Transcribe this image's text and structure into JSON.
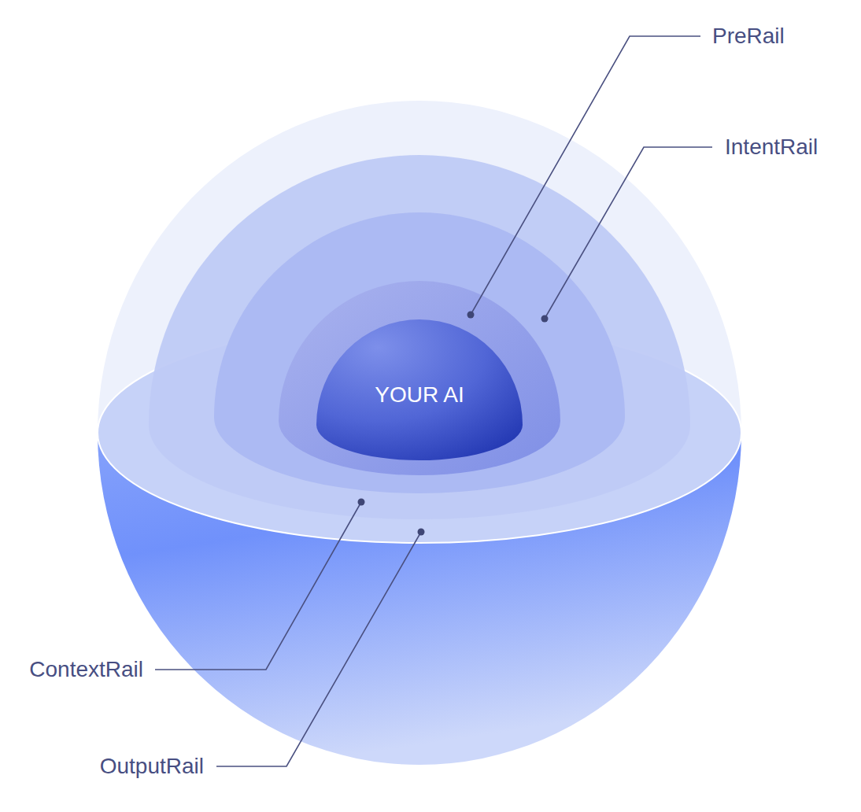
{
  "diagram": {
    "nodes": [
      {
        "text": [
          "YOUR AI"
        ]
      }
    ],
    "labels": [
      "PreRail",
      "IntentRail",
      "ContextRail",
      "OutputRail"
    ]
  }
}
